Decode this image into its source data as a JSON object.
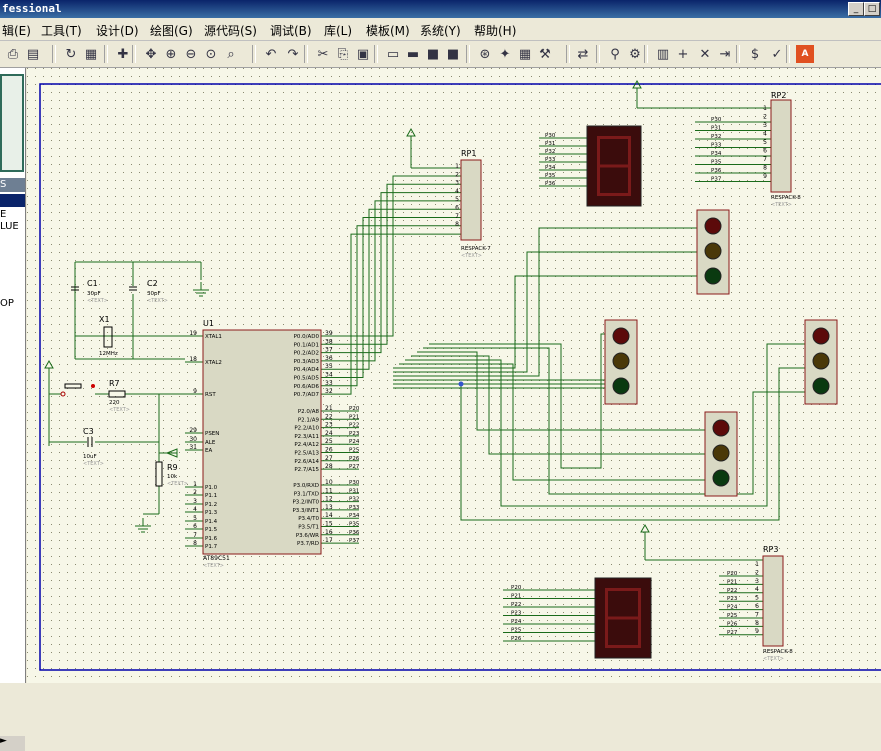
{
  "window": {
    "title": "fessional",
    "min_btn": "_",
    "max_btn": "□"
  },
  "menu": [
    {
      "label": "辑(E)"
    },
    {
      "label": "工具(T)"
    },
    {
      "label": "设计(D)"
    },
    {
      "label": "绘图(G)"
    },
    {
      "label": "源代码(S)"
    },
    {
      "label": "调试(B)"
    },
    {
      "label": "库(L)"
    },
    {
      "label": "模板(M)"
    },
    {
      "label": "系统(Y)"
    },
    {
      "label": "帮助(H)"
    }
  ],
  "toolbar": [
    "print-icon",
    "page-icon",
    "refresh-icon",
    "grid-icon",
    "origin-icon",
    "pan-icon",
    "zoom-in-icon",
    "zoom-out-icon",
    "zoom-all-icon",
    "zoom-area-icon",
    "undo-icon",
    "redo-icon",
    "cut-icon",
    "copy-icon",
    "paste-icon",
    "block-copy-icon",
    "block-move-icon",
    "block-rotate-icon",
    "block-delete-icon",
    "pick-icon",
    "make-device-icon",
    "package-icon",
    "decompose-icon",
    "wire-autoroute-icon",
    "search-icon",
    "property-tool-icon",
    "netlist-icon",
    "new-sheet-icon",
    "remove-sheet-icon",
    "goto-sheet-icon",
    "bom-icon",
    "erc-icon",
    "ares-icon"
  ],
  "left_panel": {
    "bar_label": "S",
    "items": [
      "E",
      "LUE",
      "OP"
    ],
    "scroll_label": "►"
  },
  "schematic": {
    "u1": {
      "ref": "U1",
      "part": "AT89C51",
      "text": "<TEXT>",
      "left_pins": [
        {
          "num": "19",
          "name": "XTAL1"
        },
        {
          "num": "18",
          "name": "XTAL2"
        },
        {
          "num": "9",
          "name": "RST"
        },
        {
          "num": "29",
          "name": "PSEN"
        },
        {
          "num": "30",
          "name": "ALE"
        },
        {
          "num": "31",
          "name": "EA"
        },
        {
          "num": "1",
          "name": "P1.0"
        },
        {
          "num": "2",
          "name": "P1.1"
        },
        {
          "num": "3",
          "name": "P1.2"
        },
        {
          "num": "4",
          "name": "P1.3"
        },
        {
          "num": "5",
          "name": "P1.4"
        },
        {
          "num": "6",
          "name": "P1.5"
        },
        {
          "num": "7",
          "name": "P1.6"
        },
        {
          "num": "8",
          "name": "P1.7"
        }
      ],
      "p0": [
        {
          "num": "39",
          "name": "P0.0/AD0"
        },
        {
          "num": "38",
          "name": "P0.1/AD1"
        },
        {
          "num": "37",
          "name": "P0.2/AD2"
        },
        {
          "num": "36",
          "name": "P0.3/AD3"
        },
        {
          "num": "35",
          "name": "P0.4/AD4"
        },
        {
          "num": "34",
          "name": "P0.5/AD5"
        },
        {
          "num": "33",
          "name": "P0.6/AD6"
        },
        {
          "num": "32",
          "name": "P0.7/AD7"
        }
      ],
      "p2": [
        {
          "num": "21",
          "name": "P2.0/A8",
          "net": "P20"
        },
        {
          "num": "22",
          "name": "P2.1/A9",
          "net": "P21"
        },
        {
          "num": "23",
          "name": "P2.2/A10",
          "net": "P22"
        },
        {
          "num": "24",
          "name": "P2.3/A11",
          "net": "P23"
        },
        {
          "num": "25",
          "name": "P2.4/A12",
          "net": "P24"
        },
        {
          "num": "26",
          "name": "P2.5/A13",
          "net": "P25"
        },
        {
          "num": "27",
          "name": "P2.6/A14",
          "net": "P26"
        },
        {
          "num": "28",
          "name": "P2.7/A15",
          "net": "P27"
        }
      ],
      "p3": [
        {
          "num": "10",
          "name": "P3.0/RXD",
          "net": "P30"
        },
        {
          "num": "11",
          "name": "P3.1/TXD",
          "net": "P31"
        },
        {
          "num": "12",
          "name": "P3.2/INT0",
          "net": "P32"
        },
        {
          "num": "13",
          "name": "P3.3/INT1",
          "net": "P33"
        },
        {
          "num": "14",
          "name": "P3.4/T0",
          "net": "P34"
        },
        {
          "num": "15",
          "name": "P3.5/T1",
          "net": "P35"
        },
        {
          "num": "16",
          "name": "P3.6/WR",
          "net": "P36"
        },
        {
          "num": "17",
          "name": "P3.7/RD",
          "net": "P37"
        }
      ]
    },
    "c1": {
      "ref": "C1",
      "value": "30pF",
      "text": "<TEXT>"
    },
    "c2": {
      "ref": "C2",
      "value": "30pF",
      "text": "<TEXT>"
    },
    "c3": {
      "ref": "C3",
      "value": "10uF",
      "text": "<TEXT>"
    },
    "x1": {
      "ref": "X1",
      "value": "12MHz"
    },
    "r7": {
      "ref": "R7",
      "value": "220",
      "text": "<TEXT>"
    },
    "r9": {
      "ref": "R9",
      "value": "10k",
      "text": "<TEXT>"
    },
    "rp1": {
      "ref": "RP1",
      "part": "RESPACK-7",
      "text": "<TEXT>",
      "pins": [
        "1",
        "2",
        "3",
        "4",
        "5",
        "6",
        "7",
        "8"
      ]
    },
    "rp2": {
      "ref": "RP2",
      "part": "RESPACK-8",
      "text": "<TEXT>",
      "pins": [
        "1",
        "2",
        "3",
        "4",
        "5",
        "6",
        "7",
        "8",
        "9"
      ],
      "nets": [
        "P30",
        "P31",
        "P32",
        "P33",
        "P34",
        "P35",
        "P36",
        "P37"
      ]
    },
    "rp3": {
      "ref": "RP3",
      "part": "RESPACK-8",
      "text": "<TEXT>",
      "pins": [
        "1",
        "2",
        "3",
        "4",
        "5",
        "6",
        "7",
        "8",
        "9"
      ],
      "nets": [
        "P20",
        "P21",
        "P22",
        "P23",
        "P24",
        "P25",
        "P26",
        "P27"
      ]
    },
    "seg_top_nets": [
      "P30",
      "P31",
      "P32",
      "P33",
      "P34",
      "P35",
      "P36"
    ],
    "seg_bottom_nets": [
      "P20",
      "P21",
      "P22",
      "P23",
      "P24",
      "P25",
      "P26"
    ]
  },
  "colors": {
    "canvas": "#f7f7e8",
    "wire": "#1a6b1a",
    "body": "#d9d9c4",
    "outline": "#8b1a1a",
    "pinnum": "#000000",
    "border": "#0000aa",
    "seg_bg": "#3b0c0c",
    "seg_on": "#7a1a1a",
    "red_lamp": "#5c0a0a",
    "yellow_lamp": "#4a3808",
    "green_lamp": "#0a3a10"
  }
}
